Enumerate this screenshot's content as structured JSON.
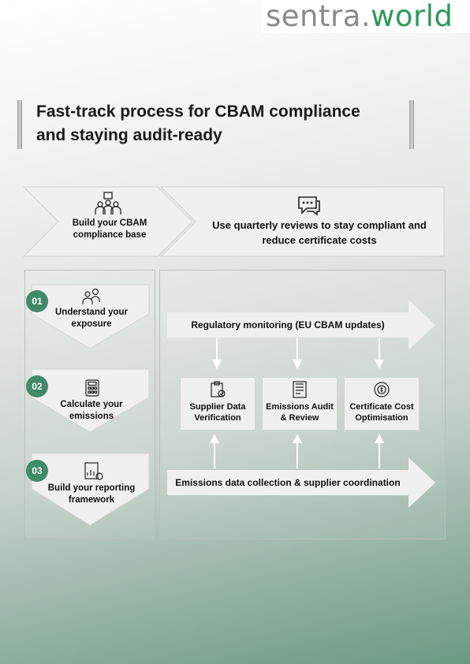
{
  "logo": {
    "part1": "sentra.",
    "part2": "world"
  },
  "title": {
    "line1": "Fast-track process for CBAM compliance",
    "line2": "and staying audit-ready"
  },
  "top": {
    "left_label": "Build your CBAM compliance base",
    "right_label": "Use quarterly reviews to stay compliant and reduce certificate costs"
  },
  "steps": [
    {
      "num": "01",
      "label": "Understand your exposure",
      "icon": "people-gear-icon"
    },
    {
      "num": "02",
      "label": "Calculate your emissions",
      "icon": "calculator-icon"
    },
    {
      "num": "03",
      "label": "Build your reporting framework",
      "icon": "report-chart-icon"
    }
  ],
  "flow": {
    "top_arrow": "Regulatory monitoring (EU CBAM updates)",
    "boxes": [
      {
        "label": "Supplier Data Verification",
        "icon": "clipboard-check-icon"
      },
      {
        "label": "Emissions Audit & Review",
        "icon": "audit-document-icon"
      },
      {
        "label": "Certificate Cost Optimisation",
        "icon": "cost-cycle-icon"
      }
    ],
    "bottom_arrow": "Emissions data collection & supplier coordination"
  },
  "colors": {
    "accent": "#3f8a67",
    "logo_green": "#2c9a5a",
    "logo_gray": "#8a8a8a"
  }
}
